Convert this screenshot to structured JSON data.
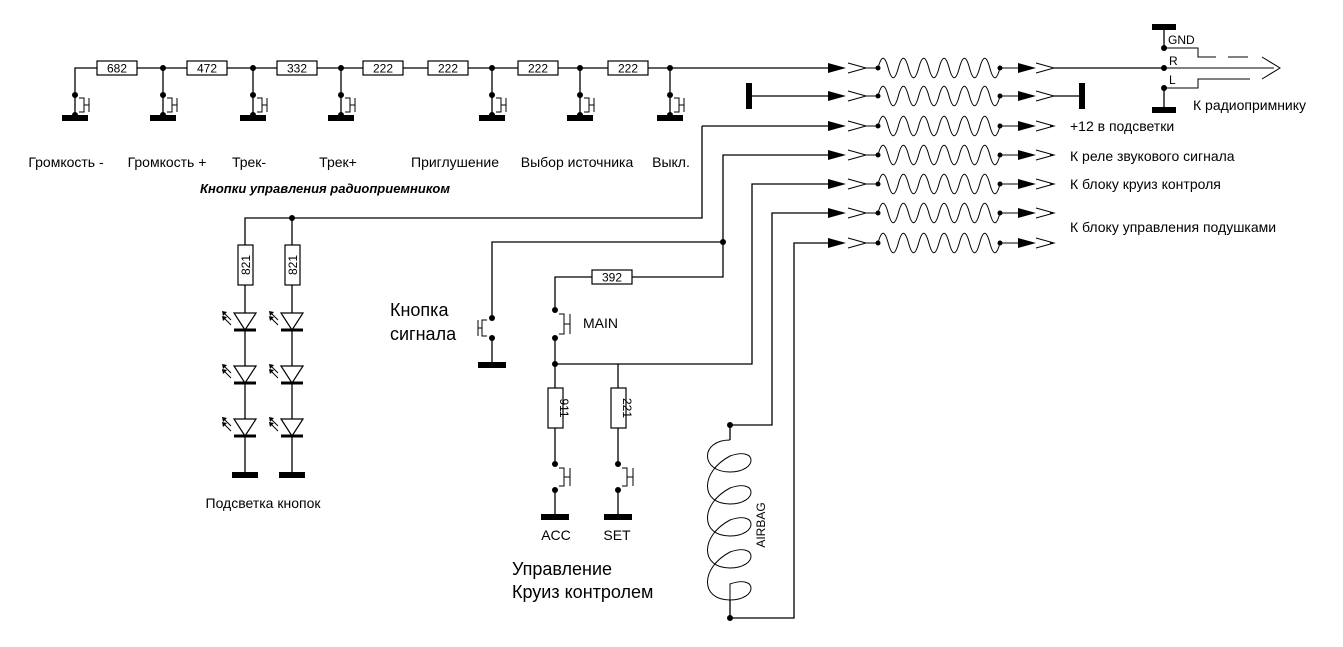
{
  "resistors": {
    "top": [
      "682",
      "472",
      "332",
      "222",
      "222",
      "222",
      "222"
    ],
    "led1": "821",
    "led2": "821",
    "main": "392",
    "acc": "911",
    "set": "221"
  },
  "buttons": {
    "volume_down": "Громкость -",
    "volume_up": "Громкость +",
    "track_prev": "Трек-",
    "track_next": "Трек+",
    "mute": "Приглушение",
    "source": "Выбор источника",
    "off": "Выкл."
  },
  "captions": {
    "radio_controls": "Кнопки управления радиоприемником",
    "backlight": "Подсветка кнопок",
    "horn_line1": "Кнопка",
    "horn_line2": "сигнала",
    "main": "MAIN",
    "acc": "ACC",
    "set": "SET",
    "cruise_line1": "Управление",
    "cruise_line2": "Круиз контролем",
    "airbag": "AIRBAG"
  },
  "outputs": {
    "gnd": "GND",
    "r": "R",
    "l": "L",
    "radio": "К радиопримнику",
    "backlight_12v": "+12 в  подсветки",
    "horn_relay": "К реле звукового сигнала",
    "cruise_unit": "К блоку круиз контроля",
    "airbag_unit": "К блоку управления подушками"
  }
}
